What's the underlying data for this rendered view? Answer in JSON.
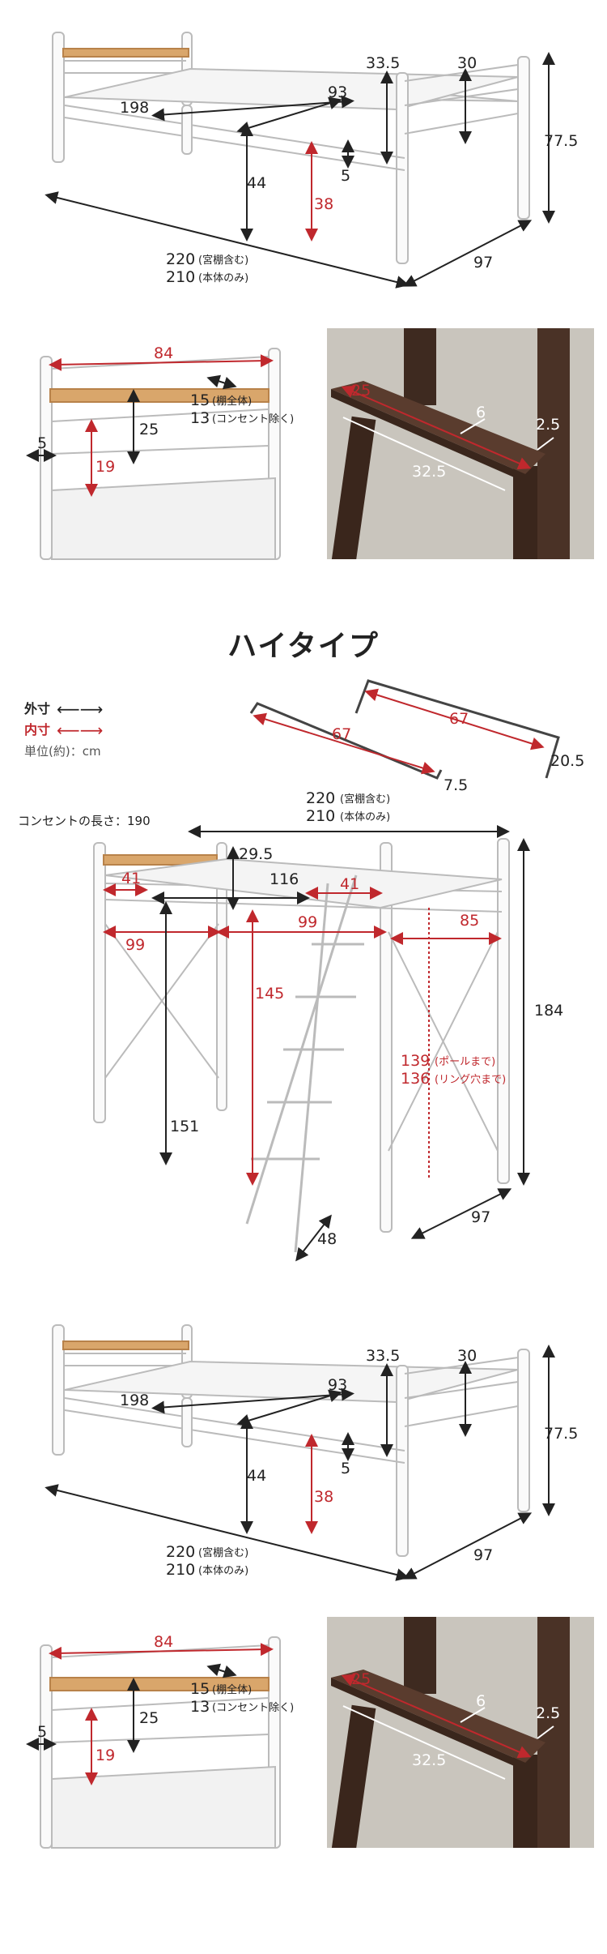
{
  "section1": {
    "d33_5": "33.5",
    "d30": "30",
    "d198": "198",
    "d93": "93",
    "d77_5": "77.5",
    "d44": "44",
    "d38": "38",
    "d5": "5",
    "d220": "220",
    "d220_note": "(宮棚含む)",
    "d210": "210",
    "d210_note": "(本体のみ)",
    "d97": "97"
  },
  "section2": {
    "d84": "84",
    "d15": "15",
    "d15_note": "(棚全体)",
    "d13": "13",
    "d13_note": "(コンセント除く)",
    "d25": "25",
    "d5": "5",
    "d19": "19",
    "ladder_25": "25",
    "ladder_6": "6",
    "ladder_2_5": "2.5",
    "ladder_32_5": "32.5"
  },
  "high_type": {
    "title": "ハイタイプ",
    "legend": {
      "outer": "外寸",
      "inner": "内寸",
      "unit": "単位(約)：cm"
    },
    "hook_left": "67",
    "hook_right": "67",
    "hook_7_5": "7.5",
    "hook_20_5": "20.5",
    "outlet_length": "コンセントの長さ：190",
    "d220": "220",
    "d220_note": "(宮棚含む)",
    "d210": "210",
    "d210_note": "(本体のみ)",
    "d29_5": "29.5",
    "d116": "116",
    "d41a": "41",
    "d41b": "41",
    "d99a": "99",
    "d99b": "99",
    "d85": "85",
    "d145": "145",
    "d184": "184",
    "d139": "139",
    "d139_note": "(ポールまで)",
    "d136": "136",
    "d136_note": "(リング穴まで)",
    "d151": "151",
    "d97": "97",
    "d48": "48"
  },
  "colors": {
    "outer": "#222222",
    "inner": "#c0282d",
    "wood": "#d9a66b",
    "ladder": "#4a3226"
  }
}
